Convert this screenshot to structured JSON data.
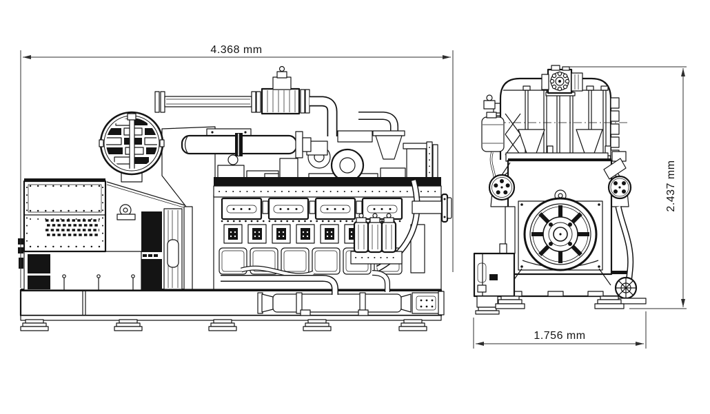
{
  "drawing": {
    "dimensions": {
      "overall_length": "4.368 mm",
      "overall_height": "2.437 mm",
      "overall_width": "1.756 mm"
    },
    "colors": {
      "background": "#ffffff",
      "line": "#141414",
      "dimension": "#2e2e2e"
    }
  }
}
